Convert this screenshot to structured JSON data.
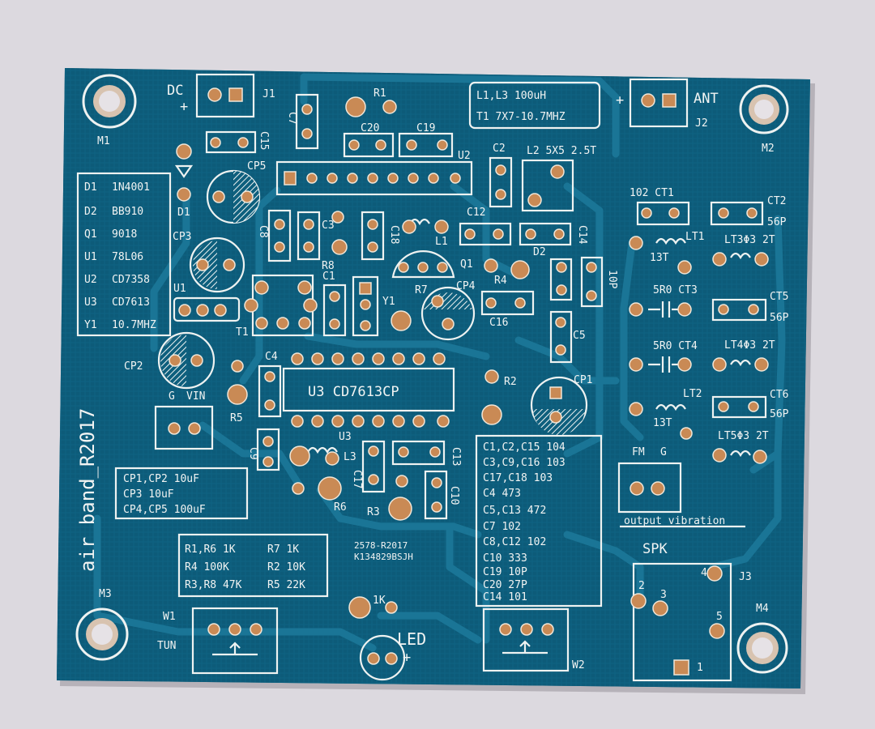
{
  "board": {
    "title": "air band_R2017",
    "serial1": "2578-R2017",
    "serial2": "K134829BSJH",
    "colors": {
      "pcb": "#0e5f7d",
      "silk": "#f2f4f3",
      "pad": "#c98a55",
      "background": "#dcd9df"
    }
  },
  "bom_semis": [
    {
      "ref": "D1",
      "value": "1N4001"
    },
    {
      "ref": "D2",
      "value": "BB910"
    },
    {
      "ref": "Q1",
      "value": "9018"
    },
    {
      "ref": "U1",
      "value": "78L06"
    },
    {
      "ref": "U2",
      "value": "CD7358"
    },
    {
      "ref": "U3",
      "value": "CD7613"
    },
    {
      "ref": "Y1",
      "value": "10.7MHZ"
    }
  ],
  "bom_caps_e": [
    "CP1,CP2 10uF",
    "CP3   10uF",
    "CP4,CP5   100uF"
  ],
  "bom_res": [
    [
      "R1,R6 1K",
      "R7 1K"
    ],
    [
      "R4 100K",
      "R2  10K"
    ],
    [
      "R3,R8 47K",
      "R5 22K"
    ]
  ],
  "bom_caps": [
    "C1,C2,C15  104",
    "C3,C9,C16  103",
    "C17,C18  103",
    "C4     473",
    "C5,C13  472",
    "C7   102",
    "C8,C12 102",
    "C10    333",
    "C19    10P",
    "C20  27P",
    "C14   101"
  ],
  "coil_note": [
    "L1,L3  100uH",
    "T1   7X7-10.7MHZ"
  ],
  "labels": {
    "dc": "DC",
    "plus": "+",
    "j1": "J1",
    "ant": "ANT",
    "j2": "J2",
    "m1": "M1",
    "m2": "M2",
    "m3": "M3",
    "m4": "M4",
    "c7": "C7",
    "r1": "R1",
    "c20": "C20",
    "c19": "C19",
    "c15": "C15",
    "u2": "U2",
    "cp5": "CP5",
    "d1": "D1",
    "c2": "C2",
    "l2": "L2 5X5 2.5T",
    "ct1": "102 CT1",
    "ct2": "CT2",
    "p56a": "56P",
    "lt1": "LT1",
    "lt3": "LT3Φ3 2T",
    "t13a": "13T",
    "c8": "C8",
    "c3": "C3",
    "c18": "C18",
    "l1": "L1",
    "c12": "C12",
    "c14": "C14",
    "cp3": "CP3",
    "r8": "R8",
    "q1": "Q1",
    "d2": "D2",
    "r4": "R4",
    "u1": "U1",
    "c1": "C1",
    "r7": "R7",
    "cp4": "CP4",
    "y1": "Y1",
    "t1": "T1",
    "c16": "C16",
    "p10": "10P",
    "ct3": "5R0 CT3",
    "ct5": "CT5",
    "p56b": "56P",
    "c5": "C5",
    "ct4": "5R0 CT4",
    "lt4": "LT4Φ3 2T",
    "cp2": "CP2",
    "c4": "C4",
    "u3chip": "U3 CD7613CP",
    "r2": "R2",
    "cp1": "CP1",
    "lt2": "LT2",
    "ct6": "CT6",
    "p56c": "56P",
    "t13b": "13T",
    "lt5": "LT5Φ3 2T",
    "g": "G",
    "vin": "VIN",
    "r5": "R5",
    "c9": "C9",
    "u3": "U3",
    "l3": "L3",
    "c17": "C17",
    "c13": "C13",
    "fm": "FM",
    "gnd": "G",
    "vibe": "output vibration",
    "r6": "R6",
    "r3": "R3",
    "c10": "C10",
    "spk": "SPK",
    "j3": "J3",
    "n1": "1",
    "n2": "2",
    "n3": "3",
    "n4": "4",
    "n5": "5",
    "w1": "W1",
    "tun": "TUN",
    "k1": "1K",
    "led": "LED",
    "w2": "W2"
  }
}
